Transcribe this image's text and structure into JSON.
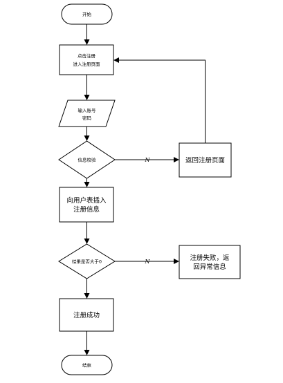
{
  "flowchart": {
    "start": "开始",
    "step_register_page": [
      "点击注册",
      "进入注册页面"
    ],
    "input_account": [
      "输入账号",
      "密码"
    ],
    "decision_verify": "信息校验",
    "return_register_page": "返回注册页面",
    "insert_user_table": [
      "向用户表插入",
      "注册信息"
    ],
    "decision_result": "结果是否大于0",
    "register_fail": [
      "注册失败，返",
      "回异常信息"
    ],
    "register_success": "注册成功",
    "end": "结束",
    "no_label_1": "N",
    "no_label_2": "N"
  }
}
